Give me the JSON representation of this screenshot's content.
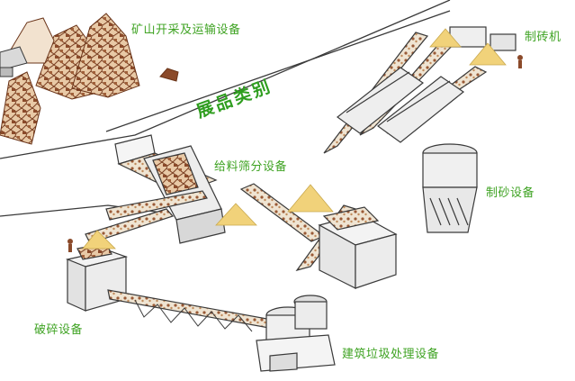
{
  "title": "展品类别",
  "labels": {
    "mining": "矿山开采及运输设备",
    "brick": "制砖机",
    "feeding": "给料筛分设备",
    "sand": "制砂设备",
    "crushing": "破碎设备",
    "waste": "建筑垃圾处理设备"
  },
  "colors": {
    "label_green": "#3fa323",
    "title_green": "#2f9e1f",
    "line": "#3a3a3a",
    "conveyor_fill": "#e9ddc9",
    "ore_brown": "#8b4a2a",
    "sand_pile": "#f1d27a"
  }
}
